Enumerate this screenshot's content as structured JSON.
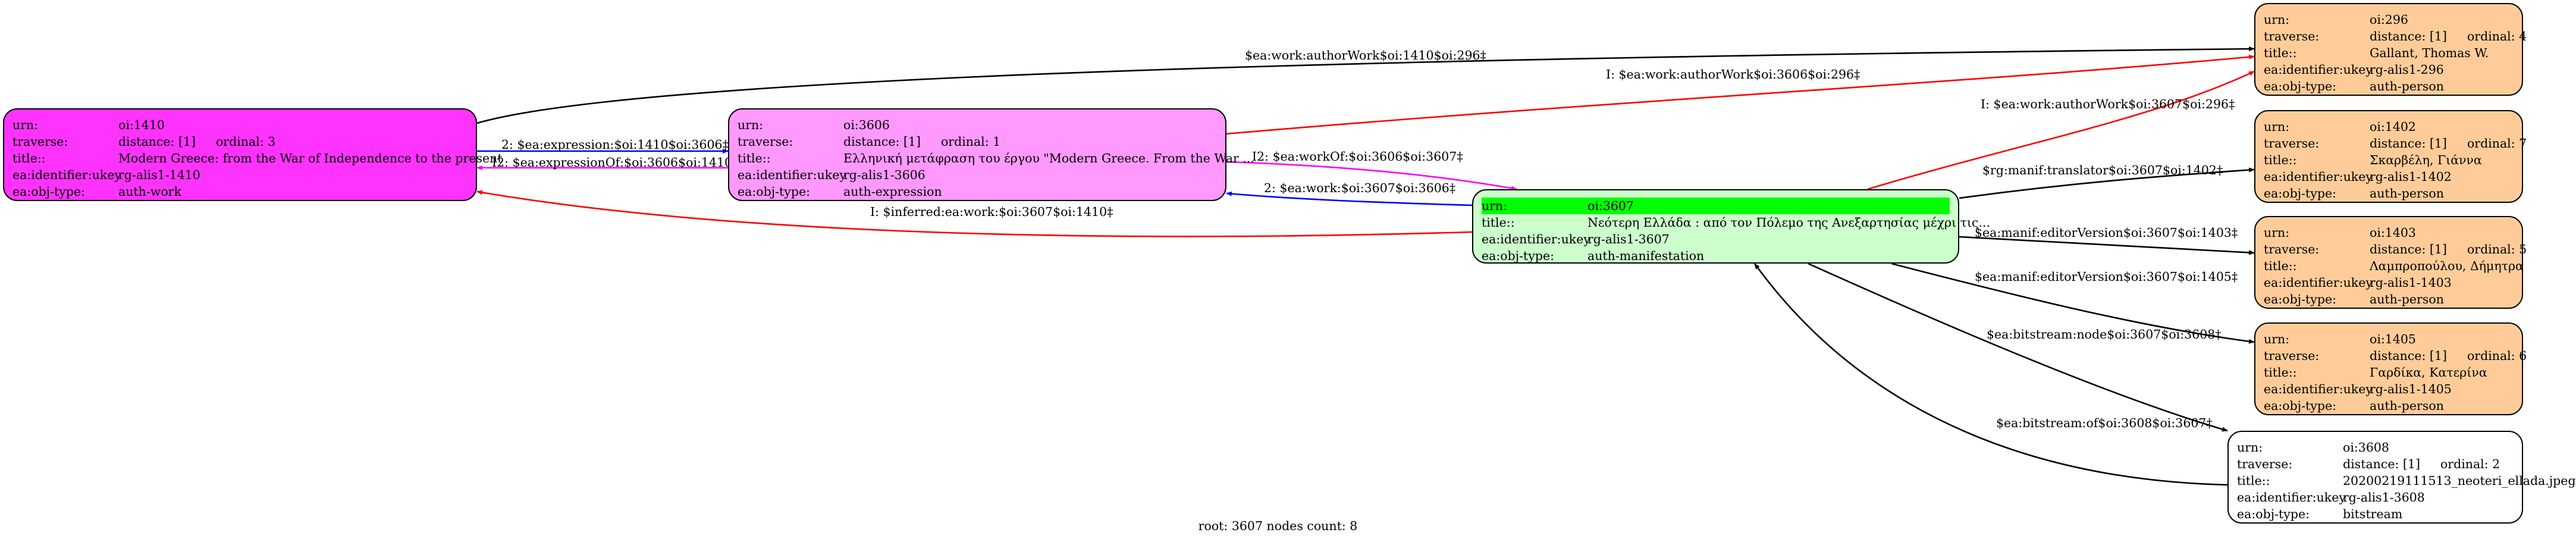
{
  "colors": {
    "work": "#ff33ff",
    "expression": "#ff99ff",
    "manifestation": "#ccffcc",
    "person": "#ffcc99",
    "bitstream": "#ffffff",
    "highlight": "#00ff00",
    "edge_black": "#000000",
    "edge_red": "#ff0000",
    "edge_blue": "#0000ff",
    "edge_magenta": "#ff00ff"
  },
  "keys": {
    "urn": "urn:",
    "traverse": "traverse:",
    "title": "title::",
    "ukey": "ea:identifier:ukey",
    "objtype": "ea:obj-type:"
  },
  "nodes": {
    "work": {
      "urn": "oi:1410",
      "distance": "distance: [1]",
      "ordinal": "ordinal: 3",
      "title": "Modern Greece: from the War of Independence to the present",
      "ukey": "rg-alis1-1410",
      "objtype": "auth-work"
    },
    "expression": {
      "urn": "oi:3606",
      "distance": "distance: [1]",
      "ordinal": "ordinal: 1",
      "title": "Ελληνική μετάφραση του έργου \"Modern Greece. From the War ...",
      "ukey": "rg-alis1-3606",
      "objtype": "auth-expression"
    },
    "manifestation": {
      "urn": "oi:3607",
      "title": "Νεότερη Ελλάδα : από τον Πόλεμο της Ανεξαρτησίας μέχρι τις...",
      "ukey": "rg-alis1-3607",
      "objtype": "auth-manifestation"
    },
    "p296": {
      "urn": "oi:296",
      "distance": "distance: [1]",
      "ordinal": "ordinal: 4",
      "title": "Gallant, Thomas W.",
      "ukey": "rg-alis1-296",
      "objtype": "auth-person"
    },
    "p1402": {
      "urn": "oi:1402",
      "distance": "distance: [1]",
      "ordinal": "ordinal: 7",
      "title": "Σκαρβέλη, Γιάννα",
      "ukey": "rg-alis1-1402",
      "objtype": "auth-person"
    },
    "p1403": {
      "urn": "oi:1403",
      "distance": "distance: [1]",
      "ordinal": "ordinal: 5",
      "title": "Λαμπροπούλου, Δήμητρα",
      "ukey": "rg-alis1-1403",
      "objtype": "auth-person"
    },
    "p1405": {
      "urn": "oi:1405",
      "distance": "distance: [1]",
      "ordinal": "ordinal: 6",
      "title": "Γαρδίκα, Κατερίνα",
      "ukey": "rg-alis1-1405",
      "objtype": "auth-person"
    },
    "bitstream": {
      "urn": "oi:3608",
      "distance": "distance: [1]",
      "ordinal": "ordinal: 2",
      "title": "20200219111513_neoteri_ellada.jpeg",
      "ukey": "rg-alis1-3608",
      "objtype": "bitstream"
    }
  },
  "edges": [
    {
      "label": "$ea:work:authorWork$oi:1410$oi:296‡",
      "color": "edge_black"
    },
    {
      "label": "I: $ea:work:authorWork$oi:3606$oi:296‡",
      "color": "edge_red"
    },
    {
      "label": "I: $ea:work:authorWork$oi:3607$oi:296‡",
      "color": "edge_red"
    },
    {
      "label": "2: $ea:expression:$oi:1410$oi:3606‡",
      "color": "edge_blue"
    },
    {
      "label": "I2: $ea:expressionOf:$oi:3606$oi:1410‡",
      "color": "edge_magenta"
    },
    {
      "label": "I2: $ea:workOf:$oi:3606$oi:3607‡",
      "color": "edge_magenta"
    },
    {
      "label": "2: $ea:work:$oi:3607$oi:3606‡",
      "color": "edge_blue"
    },
    {
      "label": "I: $inferred:ea:work:$oi:3607$oi:1410‡",
      "color": "edge_red"
    },
    {
      "label": "$rg:manif:translator$oi:3607$oi:1402‡",
      "color": "edge_black"
    },
    {
      "label": "$ea:manif:editorVersion$oi:3607$oi:1403‡",
      "color": "edge_black"
    },
    {
      "label": "$ea:manif:editorVersion$oi:3607$oi:1405‡",
      "color": "edge_black"
    },
    {
      "label": "$ea:bitstream:node$oi:3607$oi:3608‡",
      "color": "edge_black"
    },
    {
      "label": "$ea:bitstream:of$oi:3608$oi:3607‡",
      "color": "edge_black"
    }
  ],
  "footer": "root: 3607 nodes count: 8"
}
